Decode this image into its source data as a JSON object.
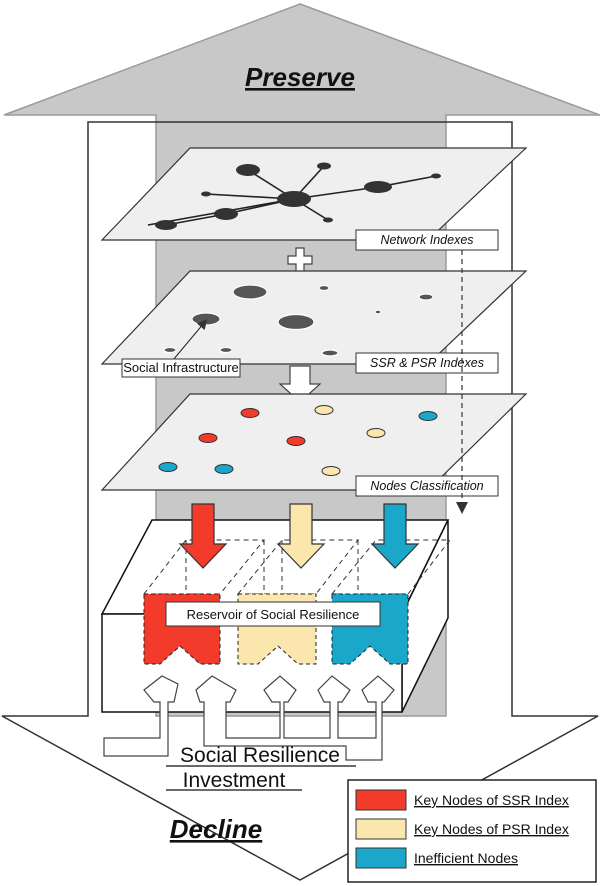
{
  "top_label": "Preserve",
  "bottom_label": "Decline",
  "layers": {
    "network": "Network Indexes",
    "indexes": "SSR & PSR Indexes",
    "infrastructure": "Social Infrastructure",
    "classification": "Nodes Classification"
  },
  "reservoir_label": "Reservoir of Social Resilience",
  "investment": {
    "line1": "Social Resilience",
    "line2": "Investment"
  },
  "legend": [
    {
      "label": "Key Nodes of SSR Index",
      "color": "#f23b2a"
    },
    {
      "label": "Key Nodes of PSR Index",
      "color": "#fbe7ad"
    },
    {
      "label": "Inefficient Nodes",
      "color": "#1aa7c9"
    }
  ],
  "colors": {
    "ssr": "#f23b2a",
    "psr": "#fbe7ad",
    "inefficient": "#1aa7c9",
    "arrow_gray": "#c8c8c8",
    "plane": "#efefef"
  }
}
